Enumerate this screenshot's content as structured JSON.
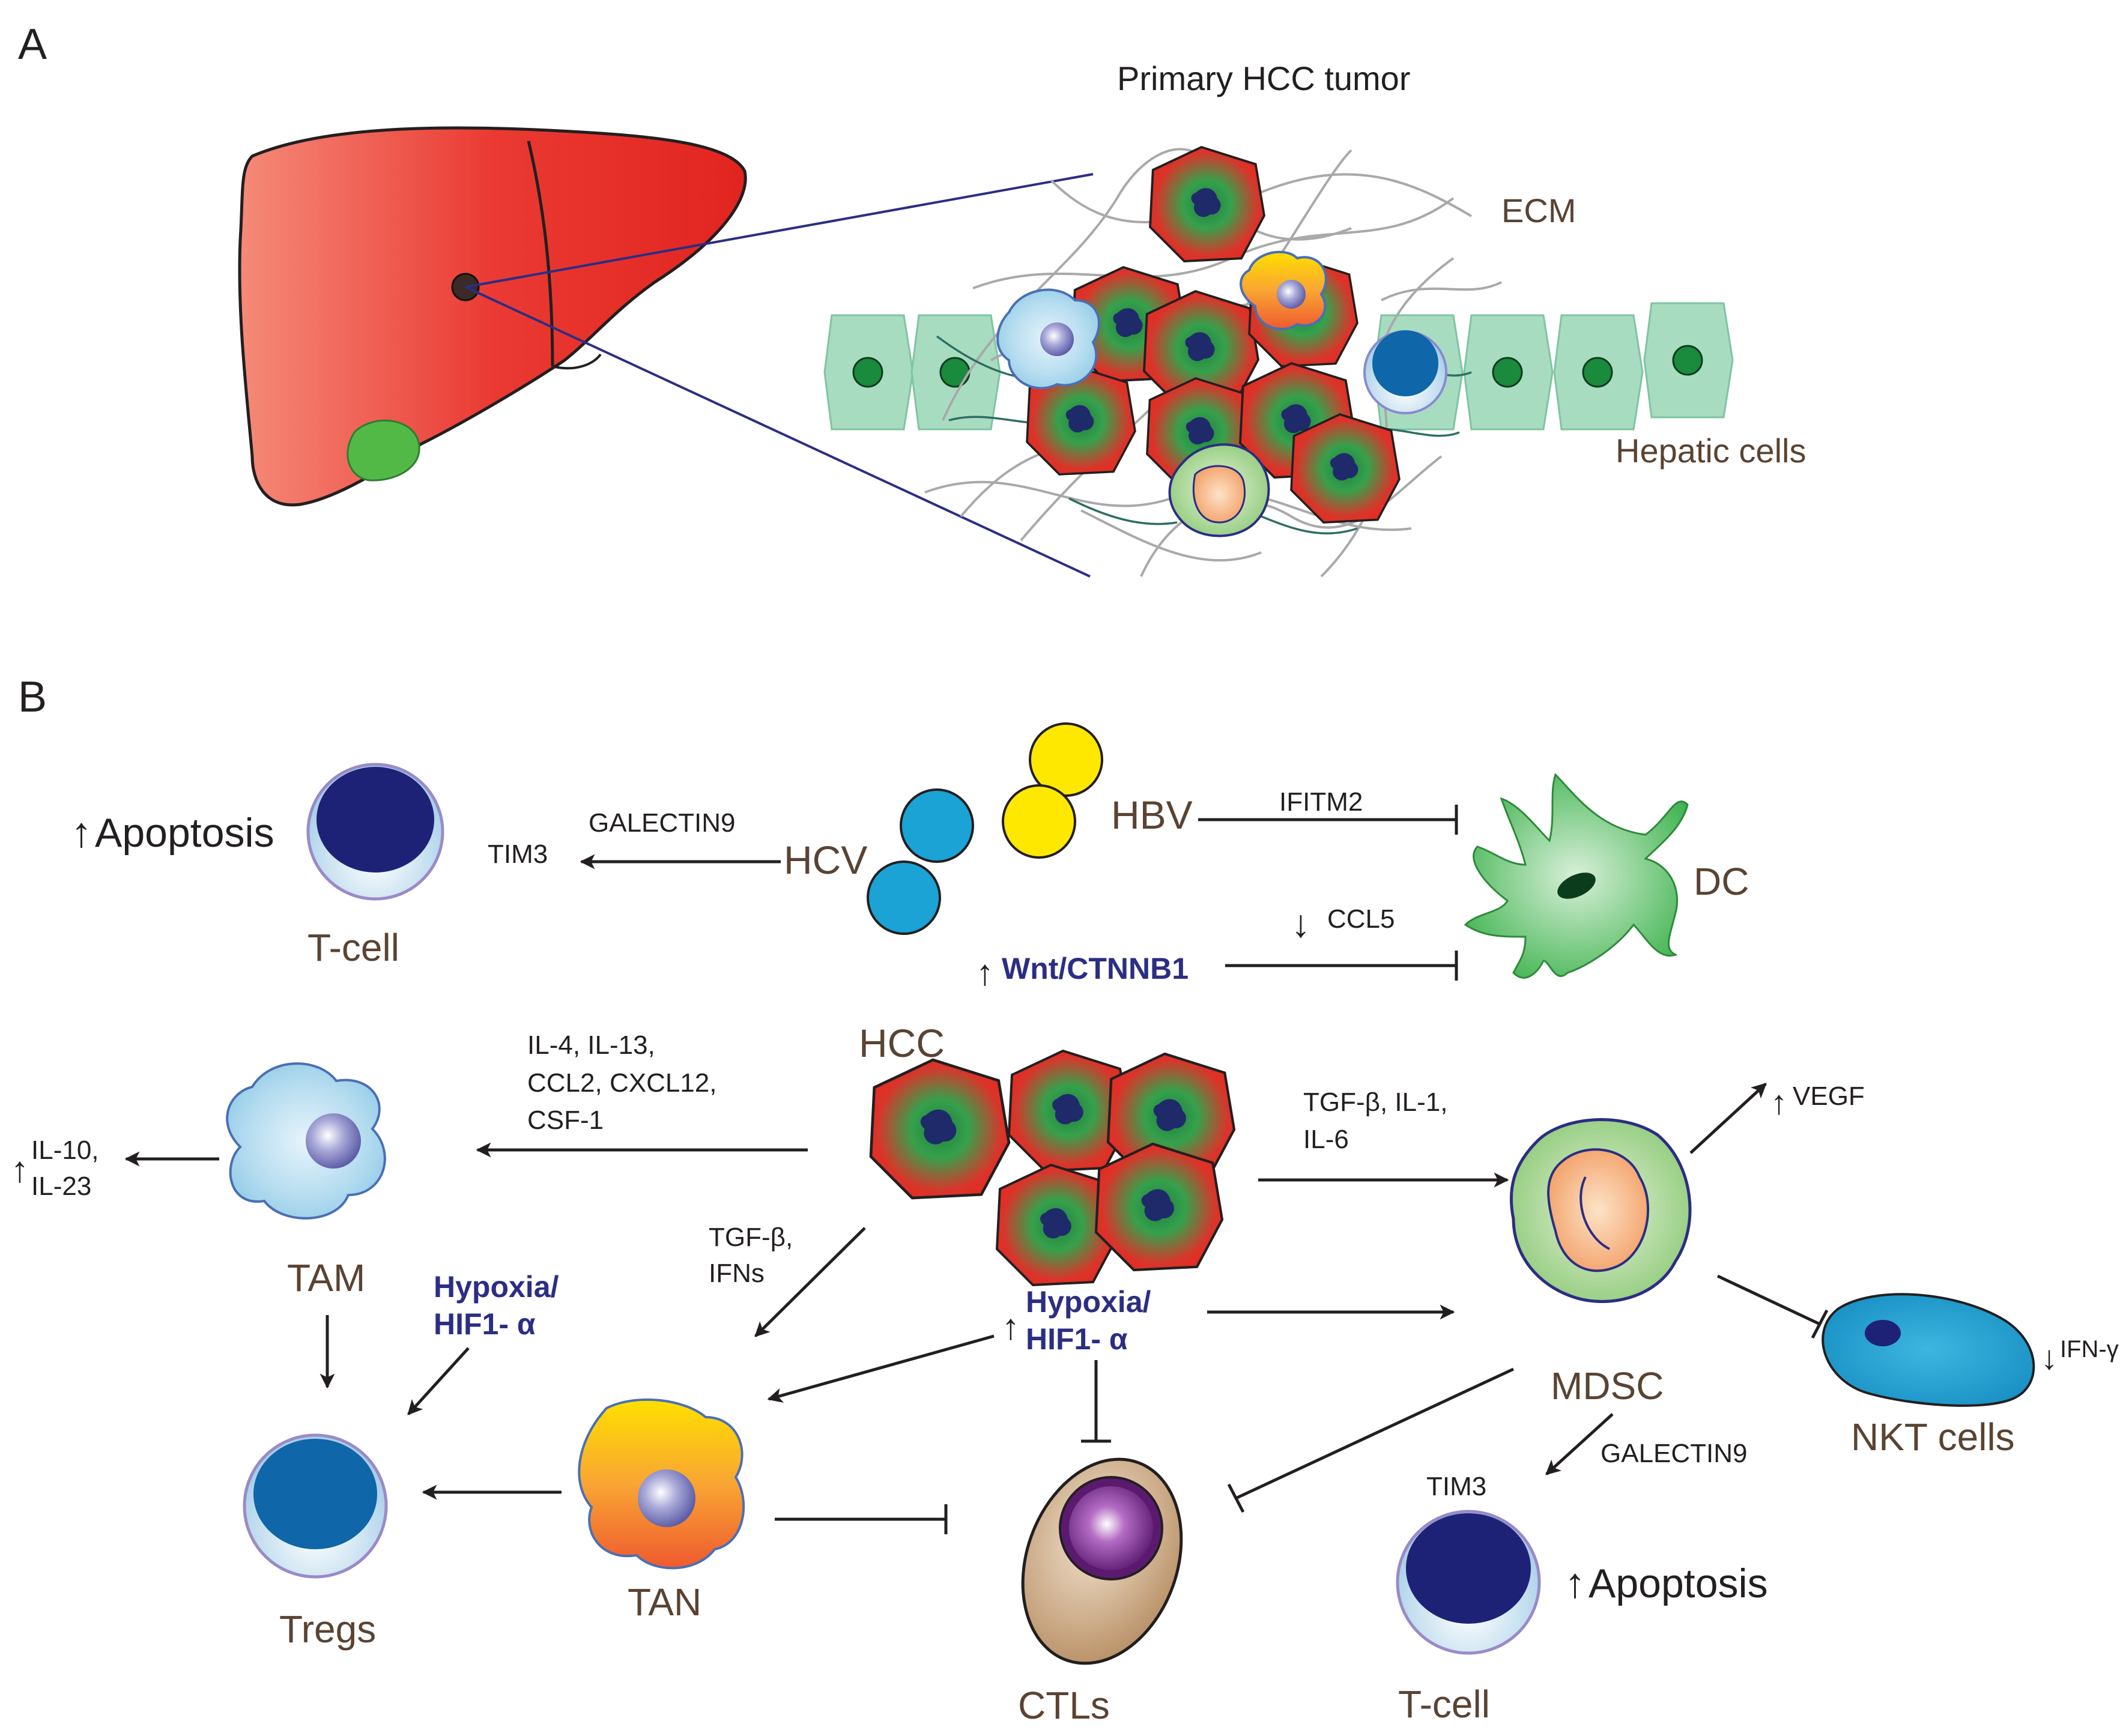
{
  "panels": {
    "a": "A",
    "b": "B"
  },
  "panel_a": {
    "tumor_title": "Primary HCC tumor",
    "ecm": "ECM",
    "hepatic_cells": "Hepatic cells"
  },
  "panel_b": {
    "left_apoptosis": "Apoptosis",
    "t_cell_top": "T-cell",
    "tim3_top": "TIM3",
    "galectin9_top": "GALECTIN9",
    "hcv": "HCV",
    "hbv": "HBV",
    "ifitm2": "IFITM2",
    "dc": "DC",
    "ccl5": "CCL5",
    "wnt": "Wnt/CTNNB1",
    "hcc": "HCC",
    "tam_cytokines": [
      "IL-4, IL-13,",
      "CCL2, CXCL12,",
      "CSF-1"
    ],
    "il10": "IL-10,",
    "il23": "IL-23",
    "tam": "TAM",
    "hypoxia_left": [
      "Hypoxia/",
      "HIF1- α"
    ],
    "tgf_ifns": [
      "TGF-β,",
      "IFNs"
    ],
    "hypoxia_center": [
      "Hypoxia/",
      "HIF1- α"
    ],
    "mdsc_cytokines": [
      "TGF-β, IL-1,",
      "IL-6"
    ],
    "vegf": "VEGF",
    "mdsc": "MDSC",
    "ifn_gamma": "IFN-γ",
    "nkt": "NKT cells",
    "tregs": "Tregs",
    "tan": "TAN",
    "ctls": "CTLs",
    "tim3_bottom": "TIM3",
    "galectin9_bottom": "GALECTIN9",
    "right_apoptosis": "Apoptosis",
    "t_cell_bottom": "T-cell"
  },
  "colors": {
    "liver": "#e8322f",
    "gallbladder": "#52b947",
    "hcc_red": "#e53027",
    "hcc_green": "#2f9a4c",
    "nucleus": "#1f2a6b",
    "hepatocyte": "#a8dcc0",
    "virus_blue": "#1aa3d4",
    "virus_yellow": "#ffe800",
    "dc_green": "#3fb34f",
    "t_cell_nucleus": "#1d2277",
    "treg_nucleus": "#0f66a8",
    "tan_orange": "#f9b233",
    "nkt_blue": "#1ca0d0",
    "ctl_brown": "#c8a27a",
    "ctl_purple": "#7b2a8e",
    "label_brown": "#5a4332",
    "label_blue": "#2b2e83"
  }
}
